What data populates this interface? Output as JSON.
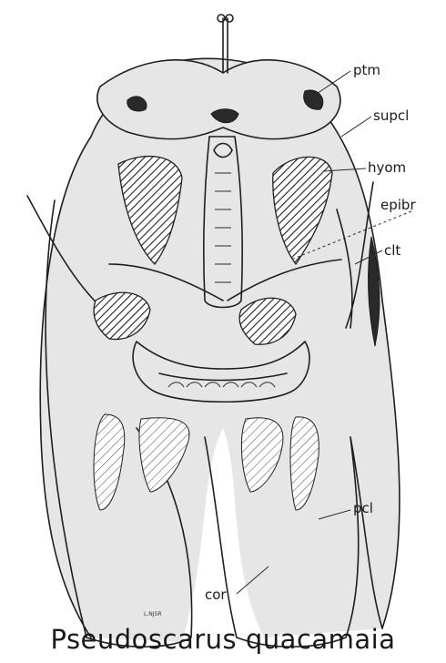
{
  "figure": {
    "title": "Pseudoscarus quacamaia",
    "signature": "L.NJSR"
  },
  "labels": [
    {
      "id": "ptm",
      "text": "ptm"
    },
    {
      "id": "supcl",
      "text": "supcl"
    },
    {
      "id": "hyom",
      "text": "hyom"
    },
    {
      "id": "epibr",
      "text": "epibr"
    },
    {
      "id": "clt",
      "text": "clt"
    },
    {
      "id": "pcl",
      "text": "pcl"
    },
    {
      "id": "cor",
      "text": "cor"
    }
  ],
  "colors": {
    "ink": "#1f1f1f",
    "hatch_fill": "#2a2a2a",
    "stipple": "#e6e6e6",
    "background": "#ffffff"
  }
}
